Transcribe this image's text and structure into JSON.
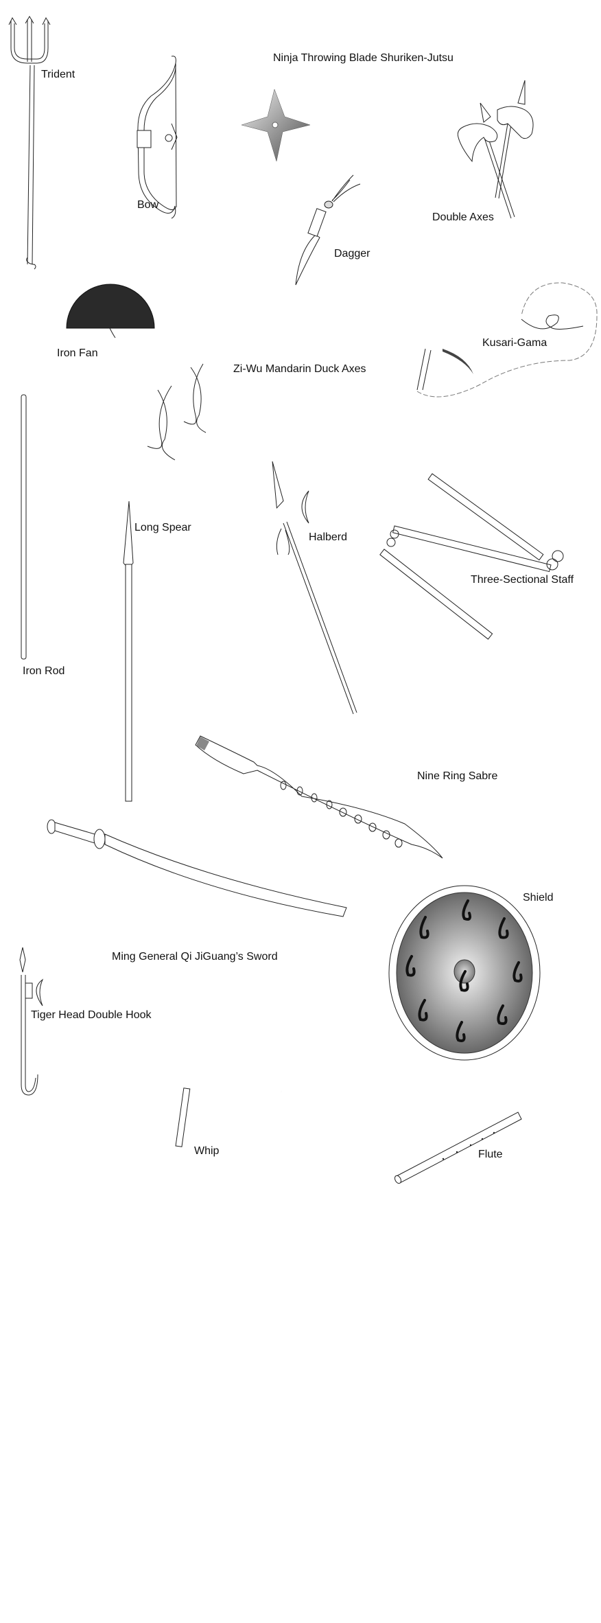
{
  "page": {
    "background": "#ffffff",
    "ink": "#111111"
  },
  "weapons": [
    {
      "id": "trident",
      "label": "Trident",
      "icon": "trident-icon"
    },
    {
      "id": "bow",
      "label": "Bow",
      "icon": "bow-icon"
    },
    {
      "id": "shuriken",
      "label": "Ninja Throwing Blade Shuriken-Jutsu",
      "icon": "shuriken-icon"
    },
    {
      "id": "double-axes",
      "label": "Double Axes",
      "icon": "double-axes-icon"
    },
    {
      "id": "dagger",
      "label": "Dagger",
      "icon": "dagger-icon"
    },
    {
      "id": "iron-fan",
      "label": "Iron Fan",
      "icon": "iron-fan-icon"
    },
    {
      "id": "kusari-gama",
      "label": "Kusari-Gama",
      "icon": "kusari-gama-icon"
    },
    {
      "id": "zi-wu-axes",
      "label": "Zi-Wu Mandarin Duck Axes",
      "icon": "mandarin-duck-axes-icon"
    },
    {
      "id": "long-spear",
      "label": "Long Spear",
      "icon": "long-spear-icon"
    },
    {
      "id": "halberd",
      "label": "Halberd",
      "icon": "halberd-icon"
    },
    {
      "id": "three-sectional-staff",
      "label": "Three-Sectional Staff",
      "icon": "three-sectional-staff-icon"
    },
    {
      "id": "iron-rod",
      "label": "Iron Rod",
      "icon": "iron-rod-icon"
    },
    {
      "id": "nine-ring-sabre",
      "label": "Nine Ring Sabre",
      "icon": "nine-ring-sabre-icon"
    },
    {
      "id": "shield",
      "label": "Shield",
      "icon": "shield-icon"
    },
    {
      "id": "ming-sword",
      "label": "Ming General Qi JiGuang’s Sword",
      "icon": "sword-icon"
    },
    {
      "id": "tiger-hook",
      "label": "Tiger Head Double Hook",
      "icon": "tiger-head-hook-icon"
    },
    {
      "id": "whip",
      "label": "Whip",
      "icon": "whip-icon"
    },
    {
      "id": "flute",
      "label": "Flute",
      "icon": "flute-icon"
    }
  ]
}
